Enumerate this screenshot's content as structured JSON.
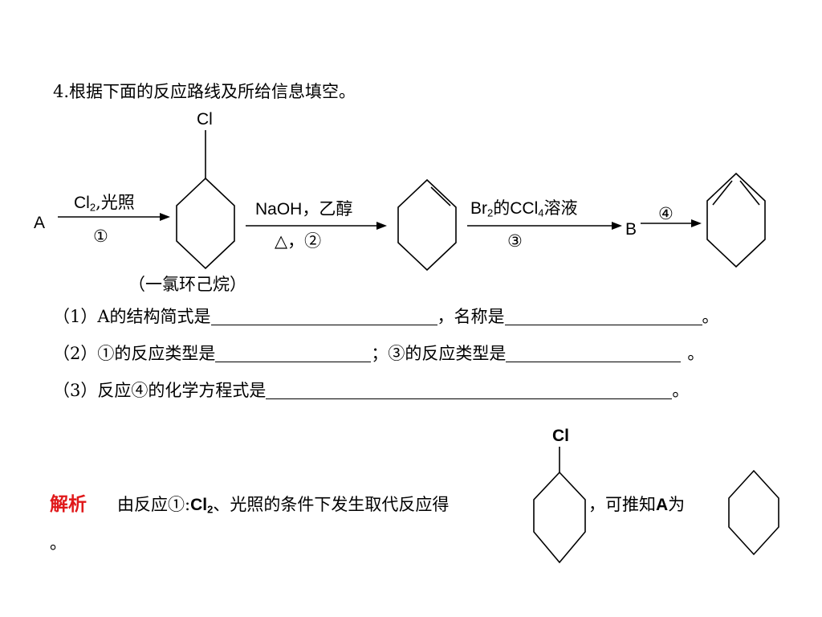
{
  "title": "4.根据下面的反应路线及所给信息填空。",
  "diagram": {
    "cl_label": "Cl",
    "start": "A",
    "step1": {
      "reagent_main": "Cl",
      "reagent_sub": "2",
      "reagent_tail": ",光照",
      "num": "①"
    },
    "chlorocyclohexane_name": "（一氯环己烷）",
    "step2": {
      "reagent_top": "NaOH，乙醇",
      "reagent_bottom": "△，②"
    },
    "step3": {
      "br": "Br",
      "br_sub": "2",
      "mid": "的CCl",
      "ccl_sub": "4",
      "tail": "溶液",
      "num": "③"
    },
    "intermediate_b": "B",
    "step4": {
      "num": "④"
    }
  },
  "questions": {
    "q1_a": "（1）A的结构简式是",
    "q1_b": "，名称是",
    "q1_end": "。",
    "q2_a": "（2）①的反应类型是",
    "q2_b": "；③的反应类型是",
    "q2_end": "。",
    "q3_a": "（3）反应④的化学方程式是",
    "q3_end": "。"
  },
  "solution": {
    "label": "解析",
    "t1": "由反应①:",
    "cl": "Cl",
    "cl_sub": "2",
    "t2": "、光照的条件下发生取代反应得",
    "t3": "，可推知",
    "a_bold": "A",
    "t4": "为",
    "cl_label": "Cl",
    "period": "。"
  }
}
